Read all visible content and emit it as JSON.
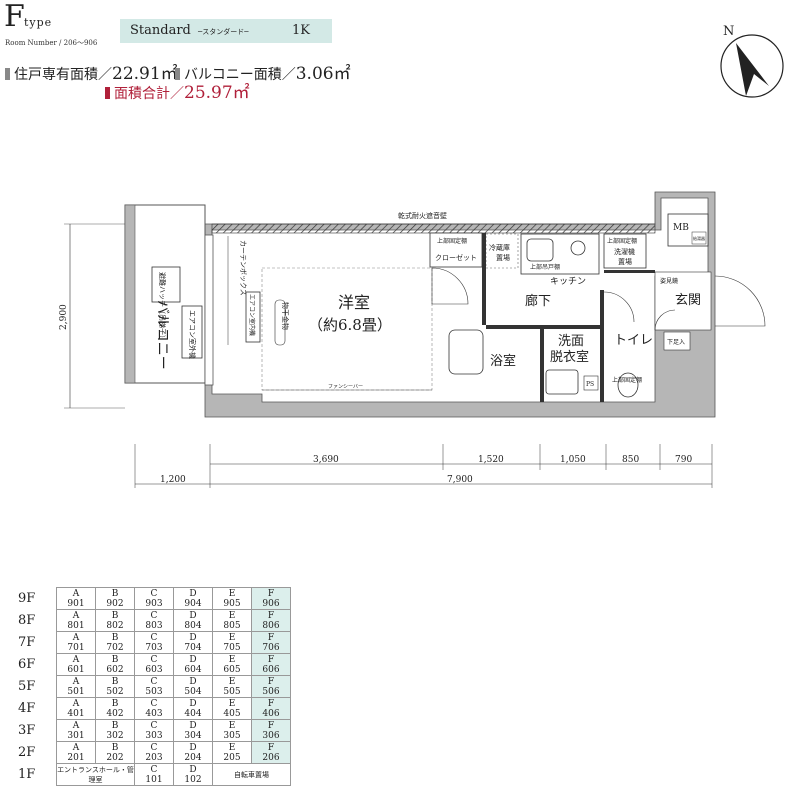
{
  "header": {
    "type_letter": "F",
    "type_word": "type",
    "room_number": "Room Number / 206～906",
    "plan_name": "Standard",
    "plan_sub": "─スタンダード─",
    "plan_type": "1K"
  },
  "areas": {
    "private_label": "住戸専有面積／",
    "private_value": "22.91㎡",
    "balcony_label": "バルコニー面積／",
    "balcony_value": "3.06㎡",
    "total_label": "面積合計／",
    "total_value": "25.97㎡"
  },
  "compass": {
    "label": "N"
  },
  "plan": {
    "wall_note": "乾式耐火遮音壁",
    "western_room": "洋室",
    "western_size": "（約6.8畳）",
    "balcony": "バルコニー",
    "hatch": "避難ハッチ（吊梯子）",
    "aircon_outdoor": "エアコン室外機",
    "aircon_indoor": "エアコン室内機",
    "curtain_box": "カーテンボックス",
    "hanger": "物干金物",
    "shelf1": "上部固定棚",
    "closet": "クローゼット",
    "fridge": "冷蔵庫置場",
    "upper_cabinet": "上部吊戸棚",
    "kitchen": "キッチン",
    "shelf2": "上部固定棚",
    "washer": "洗濯機置場",
    "corridor": "廊下",
    "washroom": "洗面",
    "dressing": "脱衣室",
    "toilet": "トイレ",
    "bath": "浴室",
    "entrance": "玄関",
    "shoe_box": "下足入",
    "entry_frame": "姿見鏡",
    "mb": "MB",
    "meter": "給湯器",
    "ps": "PS",
    "shelf3": "上部固定棚",
    "fan_sensor": "ファンシーバー",
    "dim_height": "2,900",
    "dims": [
      "3,690",
      "1,520",
      "1,050",
      "850",
      "790"
    ],
    "dim_balcony": "1,200",
    "dim_total": "7,900"
  },
  "floor_table": {
    "cols": [
      "A",
      "B",
      "C",
      "D",
      "E",
      "F"
    ],
    "rows": [
      {
        "floor": "9F",
        "rooms": [
          "901",
          "902",
          "903",
          "904",
          "905",
          "906"
        ]
      },
      {
        "floor": "8F",
        "rooms": [
          "801",
          "802",
          "803",
          "804",
          "805",
          "806"
        ]
      },
      {
        "floor": "7F",
        "rooms": [
          "701",
          "702",
          "703",
          "704",
          "705",
          "706"
        ]
      },
      {
        "floor": "6F",
        "rooms": [
          "601",
          "602",
          "603",
          "604",
          "605",
          "606"
        ]
      },
      {
        "floor": "5F",
        "rooms": [
          "501",
          "502",
          "503",
          "504",
          "505",
          "506"
        ]
      },
      {
        "floor": "4F",
        "rooms": [
          "401",
          "402",
          "403",
          "404",
          "405",
          "406"
        ]
      },
      {
        "floor": "3F",
        "rooms": [
          "301",
          "302",
          "303",
          "304",
          "305",
          "306"
        ]
      },
      {
        "floor": "2F",
        "rooms": [
          "201",
          "202",
          "203",
          "204",
          "205",
          "206"
        ]
      }
    ],
    "first_floor": {
      "floor": "1F",
      "entrance": "エントランスホール・管理室",
      "c_col": "C",
      "c_room": "101",
      "d_col": "D",
      "d_room": "102",
      "bicycle": "自転車置場"
    },
    "highlight_color": "#dcefec"
  }
}
